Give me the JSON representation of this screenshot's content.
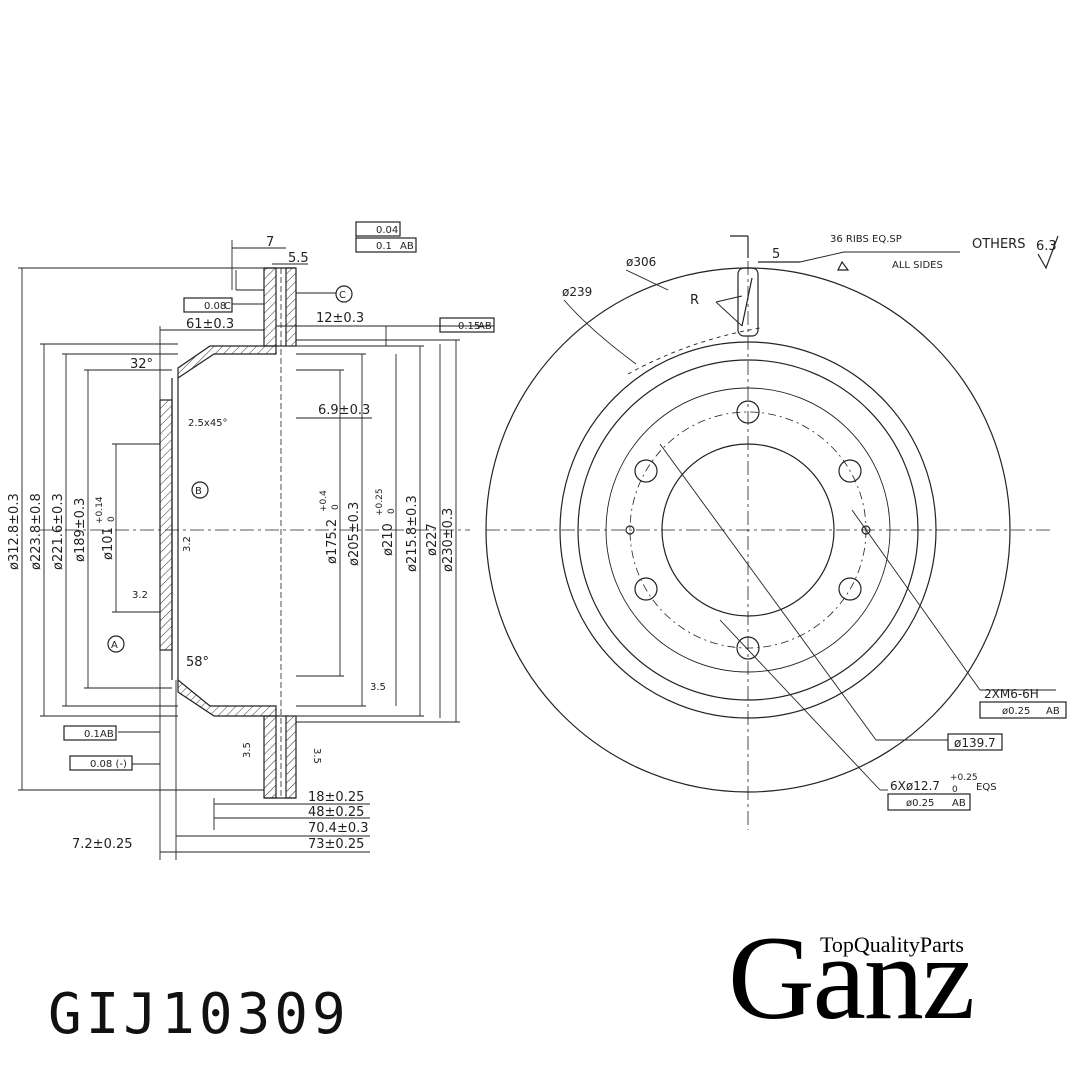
{
  "part_number": "GIJ10309",
  "brand": {
    "name": "Ganz",
    "tagline": "TopQualityParts"
  },
  "side_view": {
    "top_dims": [
      "7",
      "5.5"
    ],
    "tol_flat": "0.04",
    "tol_runout_top": "0.1",
    "tol_runout_top_ref": "AB",
    "tol_parallel": "0.08",
    "tol_parallel_ref": "C",
    "datum_c": "C",
    "d61": "61±0.3",
    "d12": "12±0.3",
    "tol_runout_right": "0.15",
    "tol_runout_right_ref": "AB",
    "angle_top": "32°",
    "chamfer": "2.5x45°",
    "d69": "6.9±0.3",
    "datum_b": "B",
    "datum_a": "A",
    "rough_32a": "3.2",
    "rough_32b": "3.2",
    "angle_bottom": "58°",
    "rough_35a": "3.5",
    "rough_35b": "3.5",
    "rough_35c": "3.5",
    "tol_runout_bottom": "0.1",
    "tol_runout_bottom_ref": "AB",
    "tol_flat_bottom": "0.08 (-)",
    "vertical_dims": [
      "ø312.8±0.3",
      "ø223.8±0.8",
      "ø221.6±0.3",
      "ø189±0.3",
      "ø101",
      "ø175.2",
      "ø205±0.3",
      "ø210",
      "ø215.8±0.3",
      "ø227",
      "ø230±0.3"
    ],
    "tol_101_upper": "+0.14",
    "tol_101_lower": "0",
    "tol_175_upper": "+0.4",
    "tol_175_lower": "0",
    "tol_210_upper": "+0.25",
    "tol_210_lower": "0",
    "bottom_dims": [
      "18±0.25",
      "48±0.25",
      "70.4±0.3",
      "73±0.25",
      "7.2±0.25"
    ]
  },
  "front_view": {
    "others_label": "OTHERS",
    "others_value": "6.3",
    "ribs_note": "36 RIBS EQ.SP",
    "all_sides": "ALL SIDES",
    "rib_width": "5",
    "r_label": "R",
    "d306": "ø306",
    "d239": "ø239",
    "thread": "2XM6-6H",
    "thread_tol": "ø0.25",
    "thread_ref": "AB",
    "pcd": "ø139.7",
    "holes_pre": "6Xø12.7",
    "holes_upper": "+0.25",
    "holes_lower": "0",
    "holes_eqs": "EQS",
    "holes_tol": "ø0.25",
    "holes_ref": "AB"
  }
}
